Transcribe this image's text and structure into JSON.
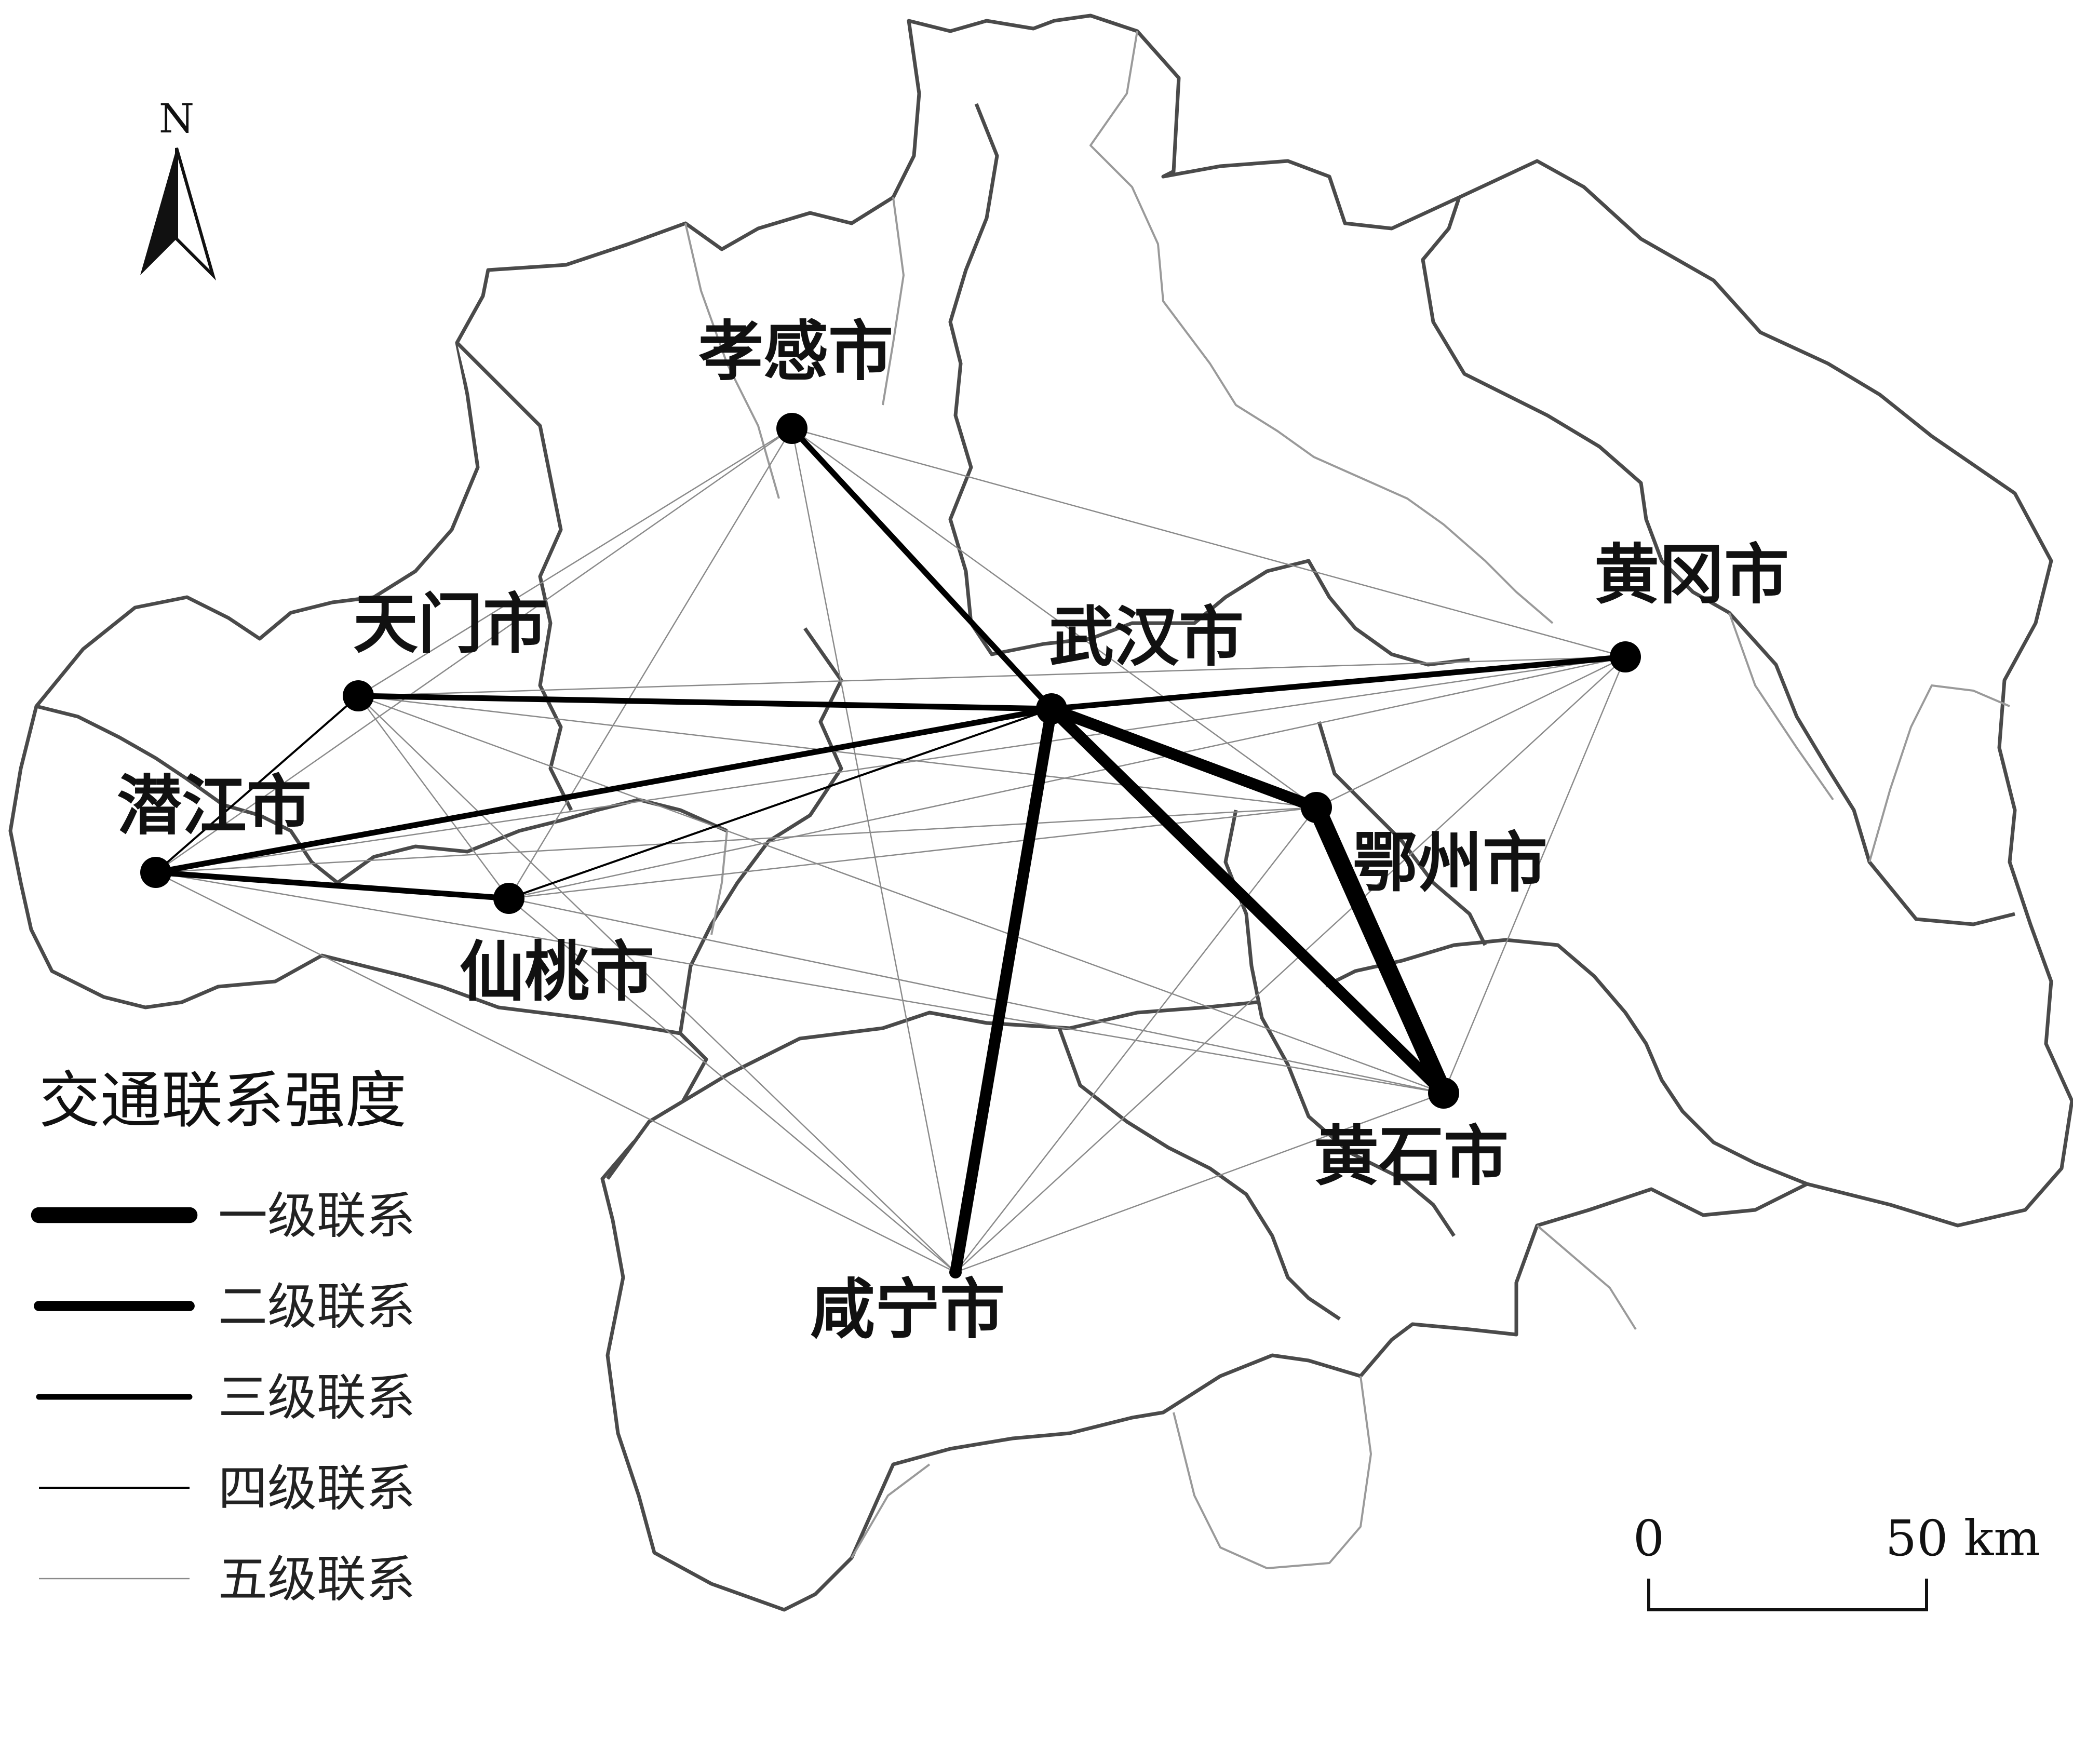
{
  "map": {
    "cities": [
      {
        "id": "xiaogan",
        "name": "孝感市",
        "lon": 1525,
        "lat": 825
      },
      {
        "id": "tianmen",
        "name": "天门市",
        "lon": 690,
        "lat": 1340
      },
      {
        "id": "qianjiang",
        "name": "潜江市",
        "lon": 300,
        "lat": 1680
      },
      {
        "id": "xiantao",
        "name": "仙桃市",
        "lon": 980,
        "lat": 1730
      },
      {
        "id": "wuhan",
        "name": "武汉市",
        "lon": 2025,
        "lat": 1365
      },
      {
        "id": "huanggang",
        "name": "黄冈市",
        "lon": 3130,
        "lat": 1265
      },
      {
        "id": "ezhou",
        "name": "鄂州市",
        "lon": 2535,
        "lat": 1555
      },
      {
        "id": "huangshi",
        "name": "黄石市",
        "lon": 2780,
        "lat": 2105
      },
      {
        "id": "xianning",
        "name": "咸宁市",
        "lon": 1840,
        "lat": 2450
      }
    ],
    "links": [
      {
        "from": "ezhou",
        "to": "huangshi",
        "level": 1
      },
      {
        "from": "wuhan",
        "to": "huangshi",
        "level": 2
      },
      {
        "from": "wuhan",
        "to": "ezhou",
        "level": 2
      },
      {
        "from": "wuhan",
        "to": "xianning",
        "level": 2
      },
      {
        "from": "wuhan",
        "to": "xiaogan",
        "level": 3
      },
      {
        "from": "wuhan",
        "to": "tianmen",
        "level": 3
      },
      {
        "from": "wuhan",
        "to": "qianjiang",
        "level": 3
      },
      {
        "from": "wuhan",
        "to": "huanggang",
        "level": 3
      },
      {
        "from": "qianjiang",
        "to": "xiantao",
        "level": 3
      },
      {
        "from": "wuhan",
        "to": "xiantao",
        "level": 4
      },
      {
        "from": "qianjiang",
        "to": "tianmen",
        "level": 4
      },
      {
        "from": "xiaogan",
        "to": "tianmen",
        "level": 5
      },
      {
        "from": "xiaogan",
        "to": "qianjiang",
        "level": 5
      },
      {
        "from": "xiaogan",
        "to": "xiantao",
        "level": 5
      },
      {
        "from": "xiaogan",
        "to": "xianning",
        "level": 5
      },
      {
        "from": "xiaogan",
        "to": "huanggang",
        "level": 5
      },
      {
        "from": "xiaogan",
        "to": "ezhou",
        "level": 5
      },
      {
        "from": "tianmen",
        "to": "xiantao",
        "level": 5
      },
      {
        "from": "tianmen",
        "to": "ezhou",
        "level": 5
      },
      {
        "from": "tianmen",
        "to": "huangshi",
        "level": 5
      },
      {
        "from": "tianmen",
        "to": "xianning",
        "level": 5
      },
      {
        "from": "tianmen",
        "to": "huanggang",
        "level": 5
      },
      {
        "from": "qianjiang",
        "to": "ezhou",
        "level": 5
      },
      {
        "from": "qianjiang",
        "to": "huangshi",
        "level": 5
      },
      {
        "from": "qianjiang",
        "to": "xianning",
        "level": 5
      },
      {
        "from": "qianjiang",
        "to": "huanggang",
        "level": 5
      },
      {
        "from": "xiantao",
        "to": "ezhou",
        "level": 5
      },
      {
        "from": "xiantao",
        "to": "huangshi",
        "level": 5
      },
      {
        "from": "xiantao",
        "to": "xianning",
        "level": 5
      },
      {
        "from": "xiantao",
        "to": "huanggang",
        "level": 5
      },
      {
        "from": "huanggang",
        "to": "ezhou",
        "level": 5
      },
      {
        "from": "huanggang",
        "to": "huangshi",
        "level": 5
      },
      {
        "from": "huanggang",
        "to": "xianning",
        "level": 5
      },
      {
        "from": "ezhou",
        "to": "xianning",
        "level": 5
      },
      {
        "from": "huangshi",
        "to": "xianning",
        "level": 5
      }
    ]
  },
  "legend": {
    "title": "交通联系强度",
    "items": [
      {
        "level": 1,
        "label": "一级联系"
      },
      {
        "level": 2,
        "label": "二级联系"
      },
      {
        "level": 3,
        "label": "三级联系"
      },
      {
        "level": 4,
        "label": "四级联系"
      },
      {
        "level": 5,
        "label": "五级联系"
      }
    ]
  },
  "north_arrow": {
    "letter": "N"
  },
  "scale_bar": {
    "start_label": "0",
    "end_label": "50 km"
  },
  "colors": {
    "boundary": "#4a4a4a",
    "county": "#9a9a9a",
    "link": "#000000",
    "weak_link": "#8a8a8a"
  }
}
